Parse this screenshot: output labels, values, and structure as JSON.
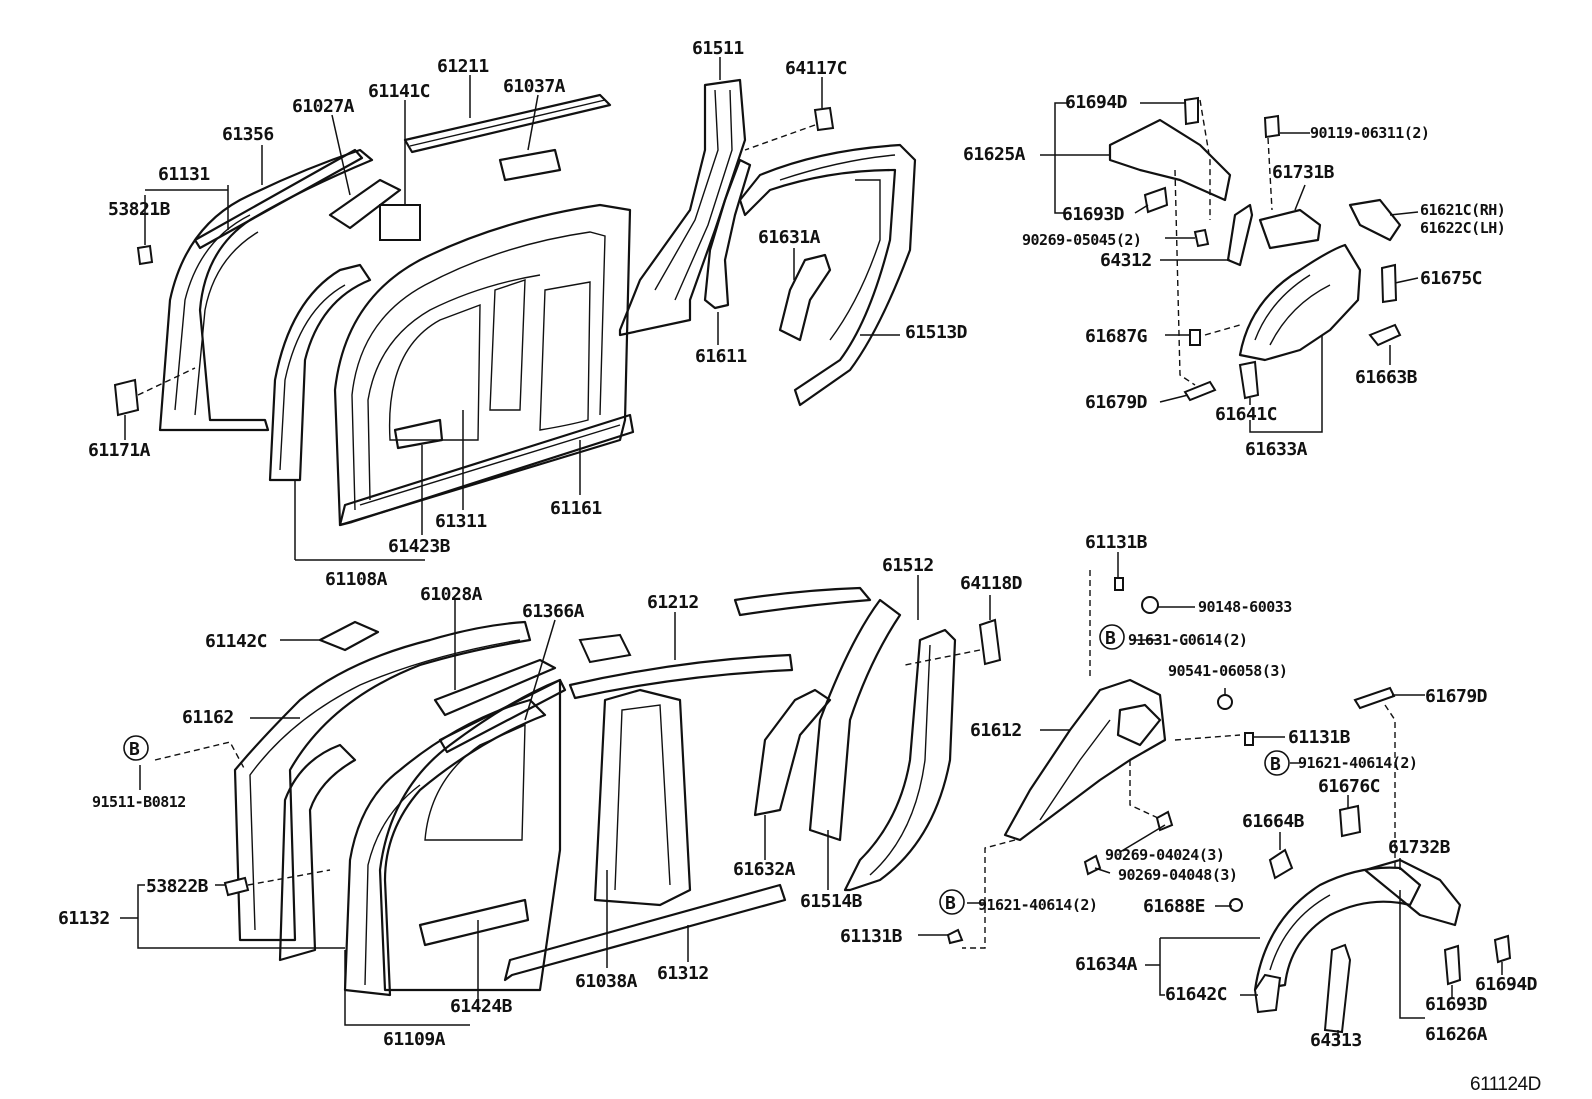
{
  "diagram": {
    "labels": {
      "p61511": "61511",
      "p64117C": "64117C",
      "p61211": "61211",
      "p61141C": "61141C",
      "p61037A": "61037A",
      "p61027A": "61027A",
      "p61356": "61356",
      "p61131": "61131",
      "p53821B": "53821B",
      "p61171A": "61171A",
      "p61631A": "61631A",
      "p61611": "61611",
      "p61513D": "61513D",
      "p61311": "61311",
      "p61161": "61161",
      "p61423B": "61423B",
      "p61108A": "61108A",
      "p61694D_top": "61694D",
      "p61625A": "61625A",
      "p61693D_top": "61693D",
      "p90119": "90119-06311(2)",
      "p61731B": "61731B",
      "p61621C": "61621C(RH)",
      "p61622C": "61622C(LH)",
      "p90269_05045": "90269-05045(2)",
      "p64312": "64312",
      "p61675C": "61675C",
      "p61687G": "61687G",
      "p61663B": "61663B",
      "p61679D_top": "61679D",
      "p61641C": "61641C",
      "p61633A": "61633A",
      "p61028A": "61028A",
      "p61366A": "61366A",
      "p61212": "61212",
      "p61512": "61512",
      "p64118D": "64118D",
      "p61131B_top": "61131B",
      "p61142C": "61142C",
      "p61162": "61162",
      "p91511": "91511-B0812",
      "p53822B": "53822B",
      "p61132": "61132",
      "p61109A": "61109A",
      "p61424B": "61424B",
      "p61038A": "61038A",
      "p61312": "61312",
      "p61632A": "61632A",
      "p61514B": "61514B",
      "p61612": "61612",
      "p90148": "90148-60033",
      "p91631": "91631-G0614(2)",
      "p90541": "90541-06058(3)",
      "p61131B_mid": "61131B",
      "p91621_right": "91621-40614(2)",
      "p61679D_bot": "61679D",
      "p61676C": "61676C",
      "p61664B": "61664B",
      "p90269_04024": "90269-04024(3)",
      "p90269_04048": "90269-04048(3)",
      "p61732B": "61732B",
      "p91621_left": "91621-40614(2)",
      "p61131B_bot": "61131B",
      "p61688E": "61688E",
      "p61634A": "61634A",
      "p61642C": "61642C",
      "p64313": "64313",
      "p61693D_bot": "61693D",
      "p61694D_bot": "61694D",
      "p61626A": "61626A",
      "figure_code": "611124D"
    },
    "callout_letter": "B"
  }
}
